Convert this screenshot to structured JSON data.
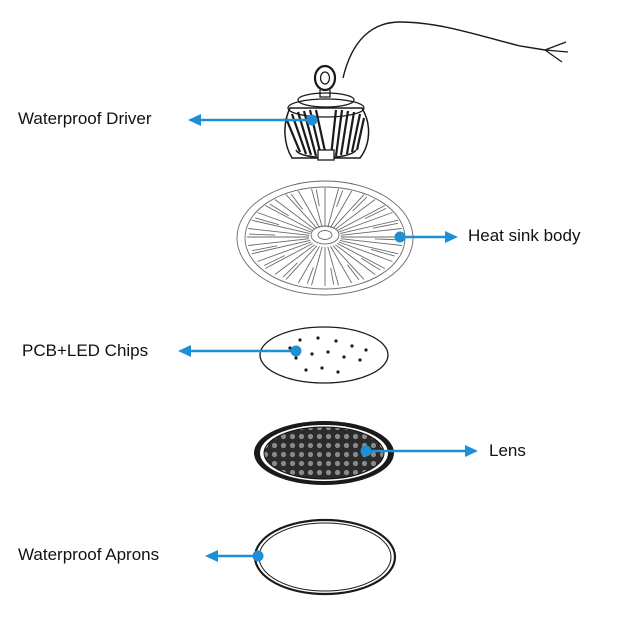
{
  "labels": {
    "driver": "Waterproof Driver",
    "heat_sink": "Heat sink body",
    "pcb": "PCB+LED Chips",
    "lens": "Lens",
    "apron": "Waterproof Aprons"
  },
  "colors": {
    "arrow": "#1e8fd6",
    "line": "#1a1a1a"
  }
}
